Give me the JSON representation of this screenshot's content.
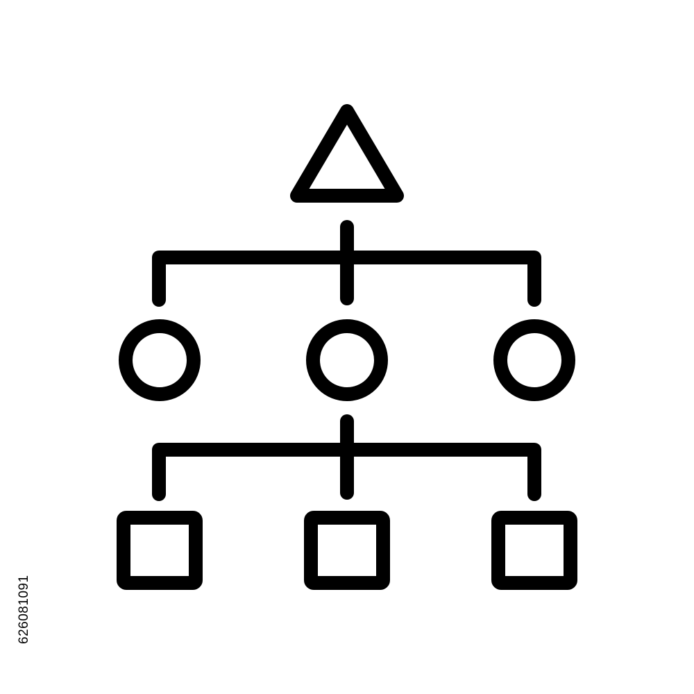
{
  "icon": {
    "name": "hierarchy-structure-icon",
    "stroke_color": "#000000",
    "background_color": "#ffffff",
    "levels": {
      "top": "triangle",
      "middle": [
        "circle",
        "circle",
        "circle"
      ],
      "bottom": [
        "square",
        "square",
        "square"
      ]
    }
  },
  "stock_id": "626081091"
}
